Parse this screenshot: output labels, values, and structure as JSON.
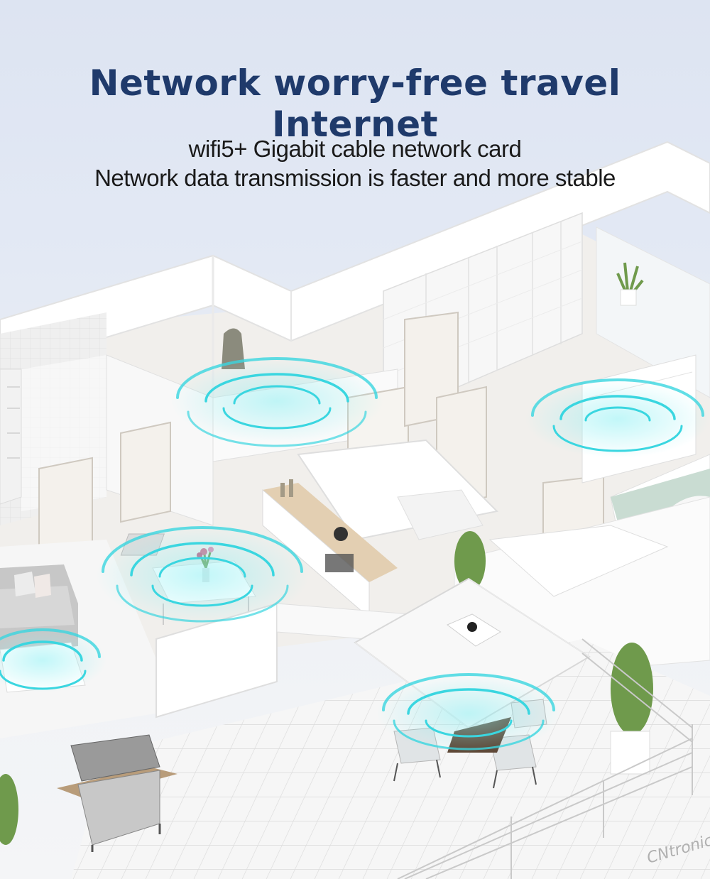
{
  "header": {
    "title": "Network worry-free travel Internet",
    "subtitle_line1": "wifi5+ Gigabit cable network card",
    "subtitle_line2": "Network data transmission is faster and more stable"
  },
  "watermark": {
    "logo_text": "CNtronic"
  },
  "colors": {
    "title": "#1f3a6b",
    "signal": "#3ad6e0",
    "walls": "#ffffff"
  }
}
